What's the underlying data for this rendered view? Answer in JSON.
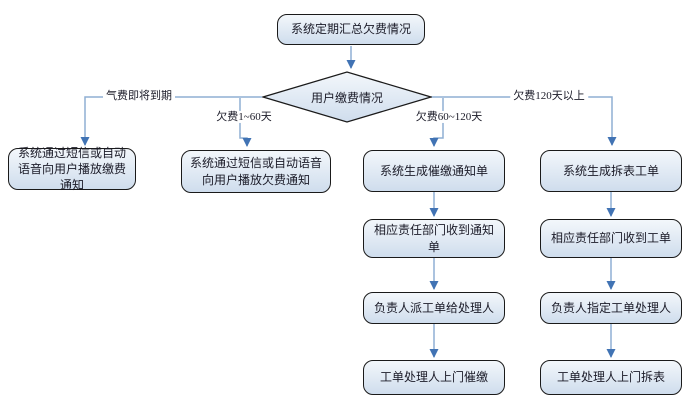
{
  "nodes": {
    "summary": "系统定期汇总欠费情况",
    "decision": "用户缴费情况",
    "notify_payment": "系统通过短信或自动语音向用户播放缴费通知",
    "notify_arrears": "系统通过短信或自动语音向用户播放欠费通知",
    "generate_reminder_notice": "系统生成催缴通知单",
    "dept_receive_notice": "相应责任部门收到通知单",
    "dispatch_order_to_handler": "负责人派工单给处理人",
    "handler_door_collect": "工单处理人上门催缴",
    "generate_removal_order": "系统生成拆表工单",
    "dept_receive_order": "相应责任部门收到工单",
    "appoint_order_handler": "负责人指定工单处理人",
    "handler_door_remove": "工单处理人上门拆表"
  },
  "branches": {
    "due_soon": "气费即将到期",
    "arrears_1_60": "欠费1~60天",
    "arrears_60_120": "欠费60~120天",
    "arrears_120_plus": "欠费120天以上"
  },
  "colors": {
    "canvas_bg": "#ffffff",
    "connector": "#8fafd4",
    "arrowhead": "#4173b4",
    "node_border": "#1a1a1a",
    "node_fill_light": "#f3f7fb",
    "node_fill_dark": "#cfdded",
    "text": "#1b1b28"
  }
}
